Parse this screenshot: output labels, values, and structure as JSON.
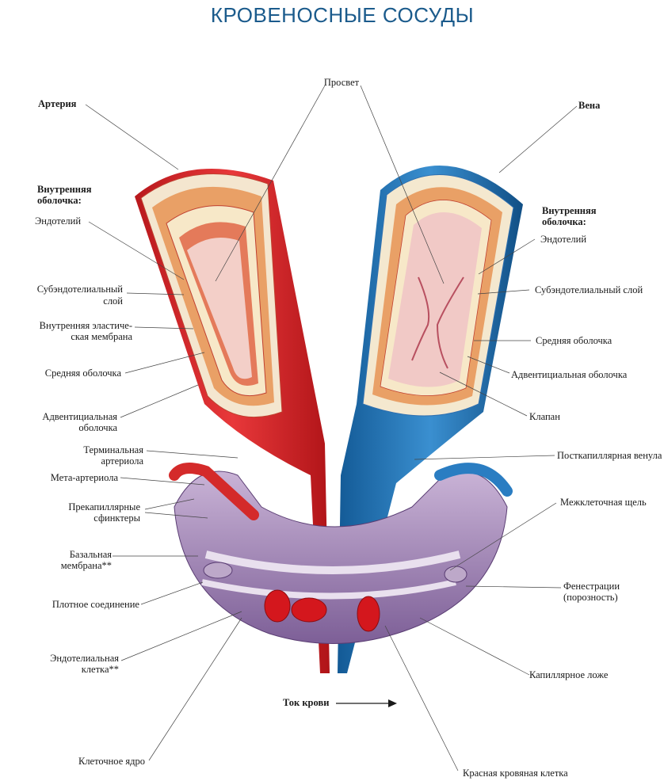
{
  "title": "КРОВЕНОСНЫЕ СОСУДЫ",
  "labels": {
    "arteria": "Артерия",
    "vena": "Вена",
    "prosvet": "Просвет",
    "inner_l1": "Внутренняя",
    "inner_l2": "оболочка:",
    "inner_r1": "Внутренняя",
    "inner_r2": "оболочка:",
    "endotel_l": "Эндотелий",
    "endotel_r": "Эндотелий",
    "subendo_l1": "Субэндотелиальный",
    "subendo_l2": "слой",
    "subendo_r": "Субэндотелиальный слой",
    "elast_1": "Внутренняя эластиче-",
    "elast_2": "ская мембрана",
    "media_l": "Средняя оболочка",
    "media_r": "Средняя оболочка",
    "advent_l1": "Адвентициальная",
    "advent_l2": "оболочка",
    "advent_r": "Адвентициальная оболочка",
    "klapan": "Клапан",
    "term_1": "Терминальная",
    "term_2": "артериола",
    "postcap": "Посткапиллярная венула",
    "meta": "Мета-артериола",
    "mezhkl": "Межклеточная щель",
    "precap_1": "Прекапиллярные",
    "precap_2": "сфинктеры",
    "baz_1": "Базальная",
    "baz_2": "мембрана**",
    "fenestr_1": "Фенестрации",
    "fenestr_2": "(порозность)",
    "plotnoe": "Плотное соединение",
    "endokl_1": "Эндотелиальная",
    "endokl_2": "клетка**",
    "kapil": "Капиллярное ложе",
    "tok": "Ток крови",
    "yadro": "Клеточное ядро",
    "eritro": "Красная кровяная клетка"
  },
  "colors": {
    "title": "#1b5b8c",
    "artery": "#d8262a",
    "vein": "#1f74b8",
    "adventitia": "#e8a06a",
    "intima": "#f2c9c4",
    "capillary": "#9b7fb0"
  }
}
